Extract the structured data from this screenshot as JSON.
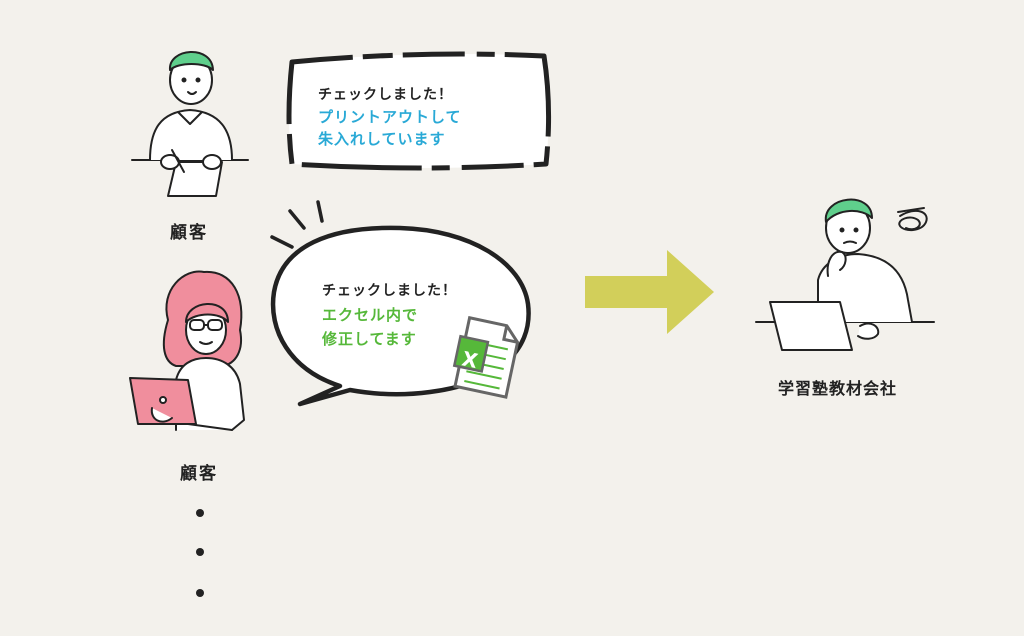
{
  "customer_top": {
    "label": "顧客",
    "bubble": {
      "line1": "チェックしました！",
      "line2": "プリントアウトして",
      "line3": "朱入れしています"
    }
  },
  "customer_bottom": {
    "label": "顧客",
    "bubble": {
      "line1": "チェックしました！",
      "line2": "エクセル内で",
      "line3": "修正してます"
    },
    "file_icon_letter": "X"
  },
  "company": {
    "label": "学習塾教材会社"
  },
  "colors": {
    "background": "#f3f1ec",
    "cyan_text": "#29a9d6",
    "green_text": "#56b83a",
    "arrow": "#d2cf5a",
    "hair_green": "#5fcf8c",
    "hair_pink": "#f08e9d",
    "laptop_pink": "#f08e9d"
  }
}
